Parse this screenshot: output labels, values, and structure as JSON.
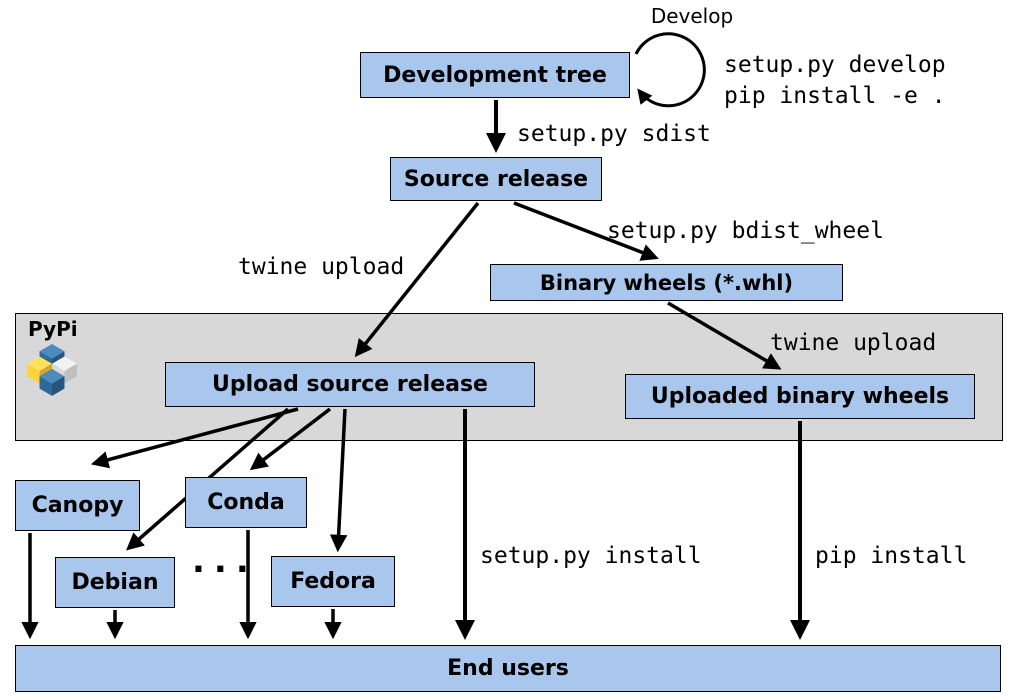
{
  "colors": {
    "box_fill": "#a9c6ed",
    "band_fill": "#d8d8d8",
    "box_border": "#000000",
    "arrow": "#000000"
  },
  "nodes": {
    "development_tree": "Development tree",
    "source_release": "Source release",
    "binary_wheels": "Binary wheels (*.whl)",
    "upload_source_release": "Upload source release",
    "uploaded_binary_wheels": "Uploaded binary wheels",
    "canopy": "Canopy",
    "conda": "Conda",
    "debian": "Debian",
    "fedora": "Fedora",
    "end_users": "End users"
  },
  "edge_labels": {
    "develop": "Develop",
    "develop_cmd_line1": "setup.py develop",
    "develop_cmd_line2": "pip install -e .",
    "sdist": "setup.py sdist",
    "twine_upload_left": "twine upload",
    "bdist_wheel": "setup.py bdist_wheel",
    "twine_upload_right": "twine upload",
    "setup_install": "setup.py install",
    "pip_install": "pip install"
  },
  "pypi_band": {
    "label": "PyPi"
  },
  "ellipsis": "..."
}
